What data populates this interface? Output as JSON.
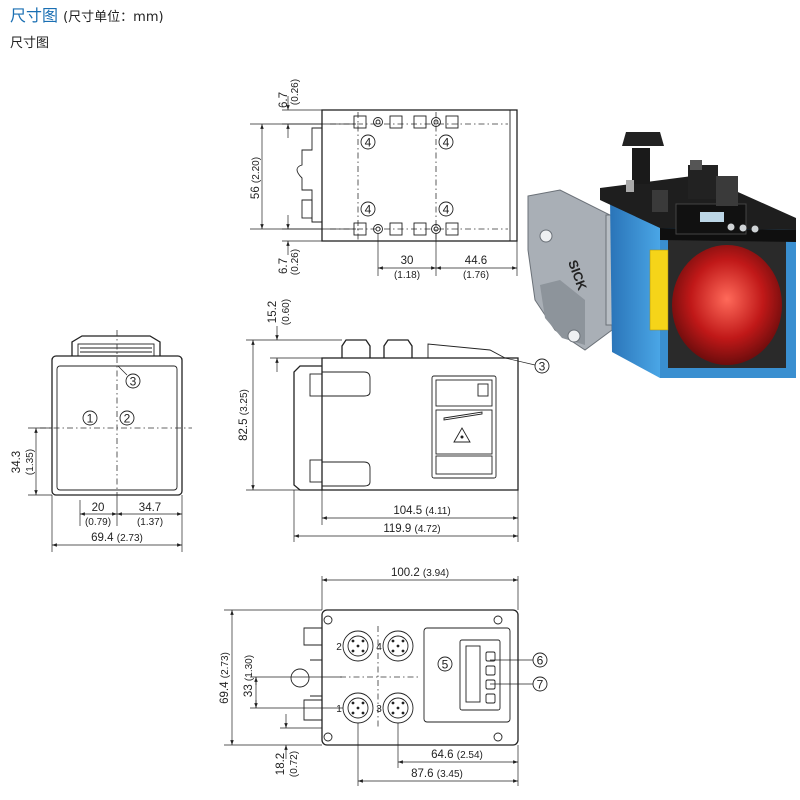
{
  "header": {
    "title": "尺寸图",
    "subtitle": "(尺寸单位：mm)",
    "caption": "尺寸图"
  },
  "dimensions": {
    "top_view": {
      "top_offset": "6.7",
      "top_offset_in": "(0.26)",
      "height": "56",
      "height_in": "(2.20)",
      "bottom_offset": "6.7",
      "bottom_offset_in": "(0.26)",
      "spacing": "30",
      "spacing_in": "(1.18)",
      "rear_offset": "44.6",
      "rear_offset_in": "(1.76)"
    },
    "front_view": {
      "center_height": "34.3",
      "center_height_in": "(1.35)",
      "left_offset": "20",
      "left_offset_in": "(0.79)",
      "center_offset": "34.7",
      "center_offset_in": "(1.37)",
      "width": "69.4",
      "width_in": "(2.73)"
    },
    "side_view": {
      "connector_height": "15.2",
      "connector_height_in": "(0.60)",
      "height": "82.5",
      "height_in": "(3.25)",
      "body_length": "104.5",
      "body_length_in": "(4.11)",
      "total_length": "119.9",
      "total_length_in": "(4.72)"
    },
    "rear_view": {
      "width": "100.2",
      "width_in": "(3.94)",
      "height": "69.4",
      "height_in": "(2.73)",
      "center_height": "33",
      "center_height_in": "(1.30)",
      "bottom_offset": "18.2",
      "bottom_offset_in": "(0.72)",
      "display_offset": "64.6",
      "display_offset_in": "(2.54)",
      "display_total": "87.6",
      "display_total_in": "(3.45)"
    }
  },
  "callouts": {
    "c1": "①",
    "c2": "②",
    "c3": "③",
    "c4": "④",
    "c5": "⑤",
    "c6": "⑥",
    "c7": "⑦"
  },
  "connector_pins": {
    "p1": "1",
    "p2": "2",
    "p3": "3",
    "p4": "4"
  },
  "product_photo": {
    "brand": "SICK",
    "body_color": "#3a8fd0",
    "lens_color": "#c01818"
  }
}
